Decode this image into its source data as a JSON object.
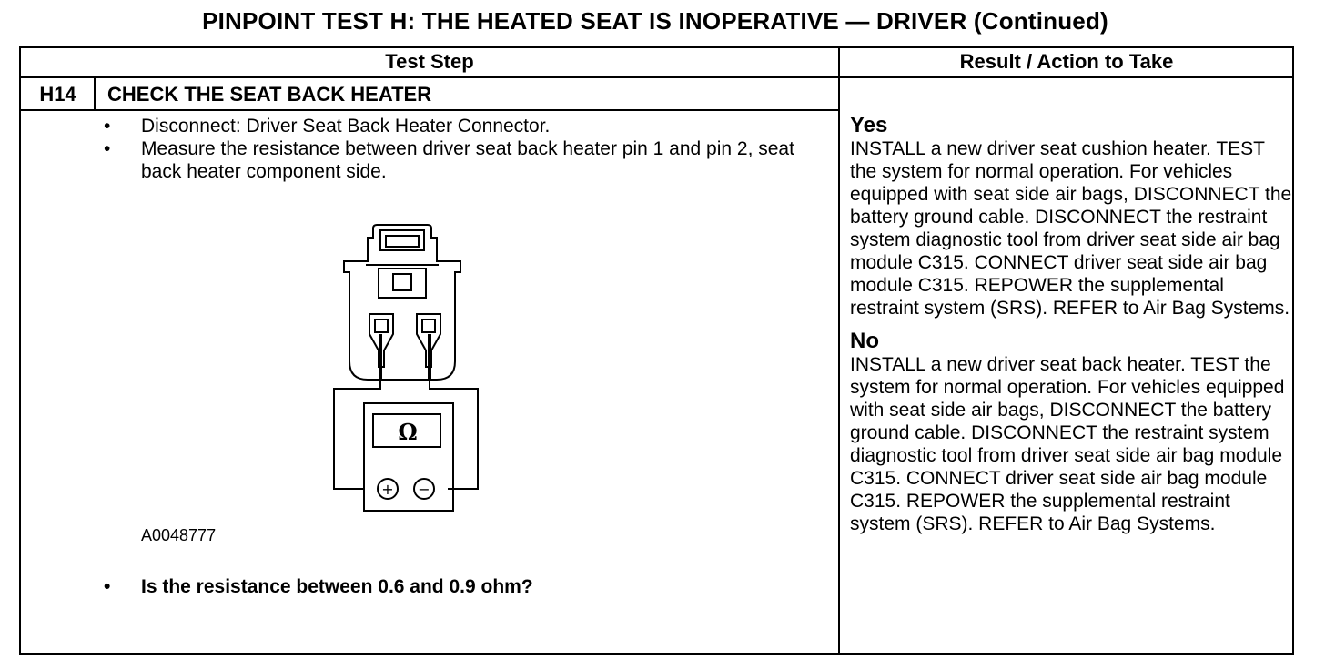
{
  "title": "PINPOINT TEST H: THE HEATED SEAT IS INOPERATIVE — DRIVER (Continued)",
  "table": {
    "col_test_step": "Test Step",
    "col_result": "Result / Action to Take"
  },
  "step": {
    "id": "H14",
    "title": "CHECK THE SEAT BACK HEATER",
    "bullets": [
      "Disconnect: Driver Seat Back Heater Connector.",
      "Measure the resistance between driver seat back heater pin 1 and pin 2, seat back heater component side."
    ],
    "bullet_glyph": "•",
    "figure_id": "A0048777",
    "question": "Is the resistance between 0.6 and 0.9 ohm?"
  },
  "diagram": {
    "meter_symbol": "Ω",
    "plus": "+",
    "minus": "−"
  },
  "results": {
    "yes_label": "Yes",
    "yes_text": "INSTALL a new driver seat cushion heater. TEST the system for normal operation. For vehicles equipped with seat side air bags, DISCONNECT the battery ground cable. DISCONNECT the restraint system diagnostic tool from driver seat side air bag module C315. CONNECT driver seat side air bag module C315. REPOWER the supplemental restraint system (SRS). REFER to Air Bag Systems.",
    "no_label": "No",
    "no_text": "INSTALL a new driver seat back heater. TEST the system for normal operation. For vehicles equipped with seat side air bags, DISCONNECT the battery ground cable. DISCONNECT the restraint system diagnostic tool from driver seat side air bag module C315. CONNECT driver seat side air bag module C315. REPOWER the supplemental restraint system (SRS). REFER to Air Bag Systems."
  }
}
